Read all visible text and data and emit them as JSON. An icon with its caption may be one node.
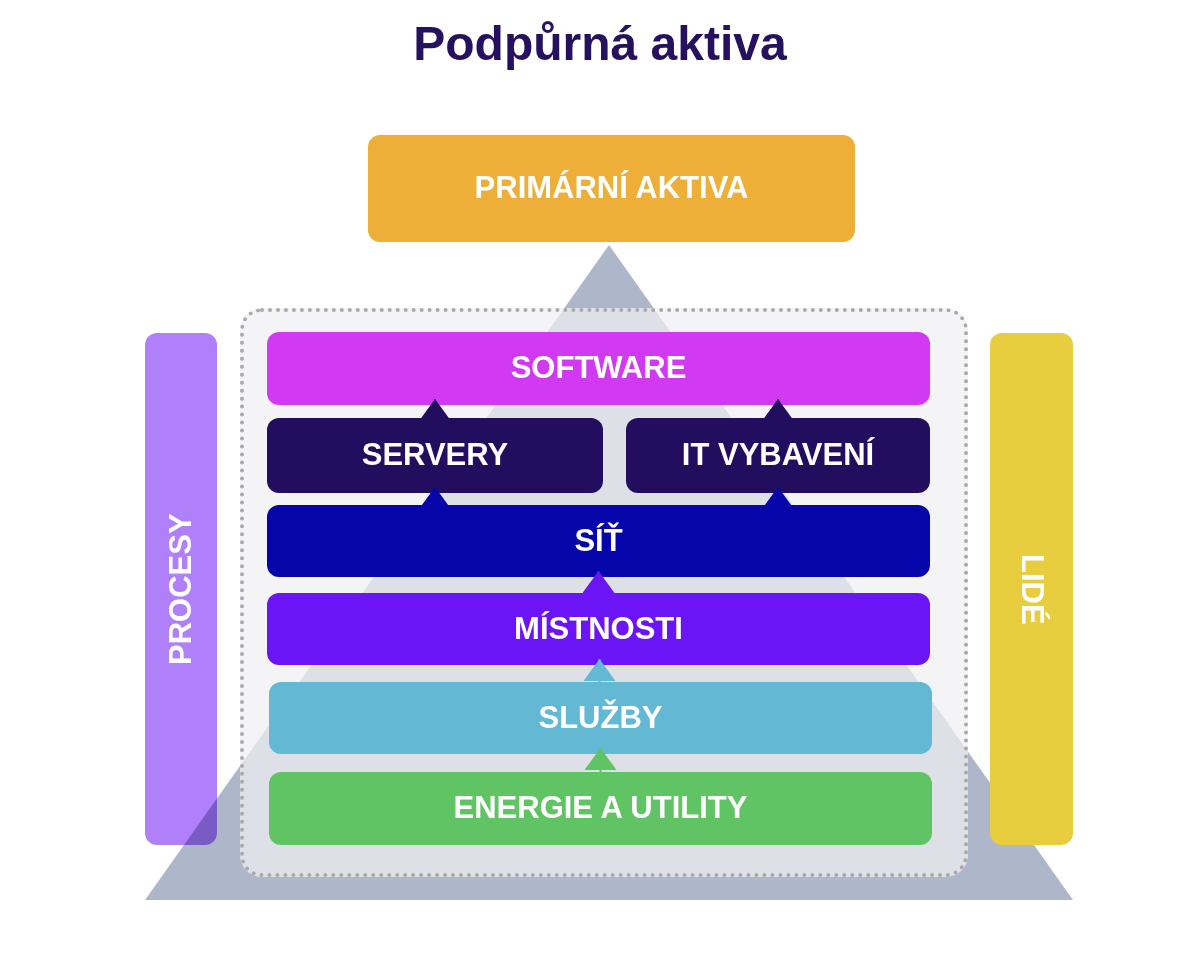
{
  "diagram": {
    "title": "Podpůrná aktiva",
    "nodes": [
      {
        "text": [
          "PRIMÁRNÍ AKTIVA"
        ]
      },
      {
        "text": [
          "PROCESY"
        ]
      },
      {
        "text": [],
        "shape": "box"
      },
      {
        "text": [
          "SOFTWARE"
        ],
        "in": 2
      },
      {
        "text": [
          "SERVERY"
        ],
        "in": 2
      },
      {
        "text": [
          "IT VYBAVENÍ"
        ],
        "in": 2
      },
      {
        "text": [
          "SÍŤ"
        ],
        "in": 2
      },
      {
        "text": [
          "MÍSTNOSTI"
        ],
        "in": 2
      },
      {
        "text": [
          "SLUŽBY"
        ],
        "in": 2
      },
      {
        "text": [
          "ENERGIE A UTILITY"
        ],
        "in": 2
      },
      {
        "text": [
          "LIDÉ"
        ]
      }
    ],
    "edges": [
      {
        "from": 9,
        "to": 8,
        "arrow": "to",
        "color": "#61c464"
      },
      {
        "from": 8,
        "to": 7,
        "arrow": "to",
        "color": "#63b8d3"
      },
      {
        "from": 7,
        "to": 6,
        "arrow": "to",
        "color": "#6b14f5"
      },
      {
        "from": 6,
        "to": 4,
        "arrow": "to",
        "color": "#0505aa"
      },
      {
        "from": 6,
        "to": 5,
        "arrow": "to",
        "color": "#0505aa"
      },
      {
        "from": 4,
        "to": 3,
        "arrow": "to",
        "color": "#230d5e"
      },
      {
        "from": 5,
        "to": 3,
        "arrow": "to",
        "color": "#230d5e"
      }
    ]
  }
}
